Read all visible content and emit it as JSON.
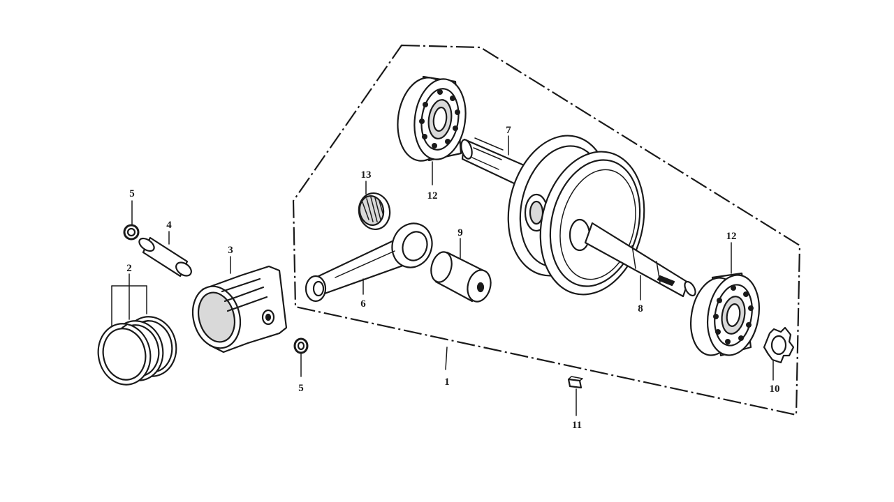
{
  "diagram": {
    "callouts": [
      {
        "id": "c1",
        "text": "1"
      },
      {
        "id": "c2",
        "text": "2"
      },
      {
        "id": "c3",
        "text": "3"
      },
      {
        "id": "c4",
        "text": "4"
      },
      {
        "id": "c5a",
        "text": "5"
      },
      {
        "id": "c5b",
        "text": "5"
      },
      {
        "id": "c6",
        "text": "6"
      },
      {
        "id": "c7",
        "text": "7"
      },
      {
        "id": "c8",
        "text": "8"
      },
      {
        "id": "c9",
        "text": "9"
      },
      {
        "id": "c10",
        "text": "10"
      },
      {
        "id": "c11",
        "text": "11"
      },
      {
        "id": "c12a",
        "text": "12"
      },
      {
        "id": "c12b",
        "text": "12"
      },
      {
        "id": "c13",
        "text": "13"
      }
    ]
  }
}
